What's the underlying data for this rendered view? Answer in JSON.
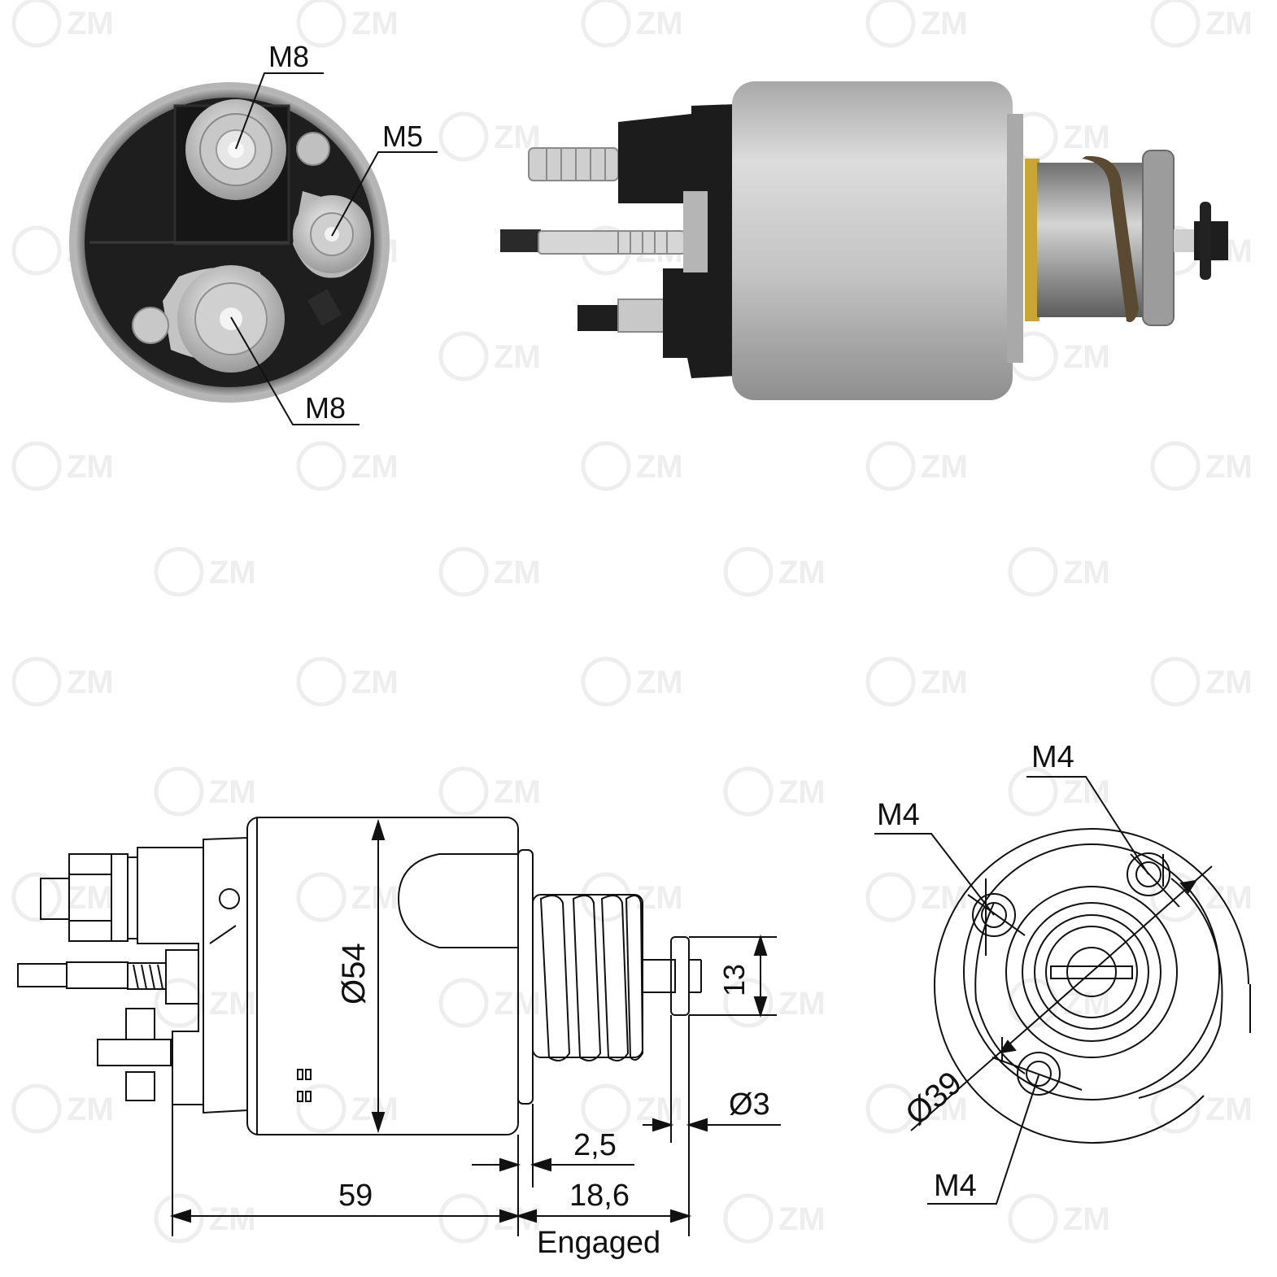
{
  "watermark": {
    "brand": "ZM"
  },
  "colors": {
    "line": "#111111",
    "housing_silver": "#c9c9c9",
    "housing_dark": "#1c1c1c",
    "watermark": "#eeeeee",
    "accent_yellow": "#c9a531"
  },
  "top_view_labels": {
    "m8_top": "M8",
    "m5": "M5",
    "m8_bottom": "M8"
  },
  "side_drawing": {
    "diameter_body": "Ø54",
    "stroke_height": "13",
    "pin_diameter": "Ø3",
    "gap": "2,5",
    "body_length": "59",
    "engaged_length": "18,6",
    "engaged_caption": "Engaged"
  },
  "flange_drawing": {
    "hole_top": "M4",
    "hole_left": "M4",
    "hole_bottom": "M4",
    "bolt_circle": "Ø39"
  }
}
